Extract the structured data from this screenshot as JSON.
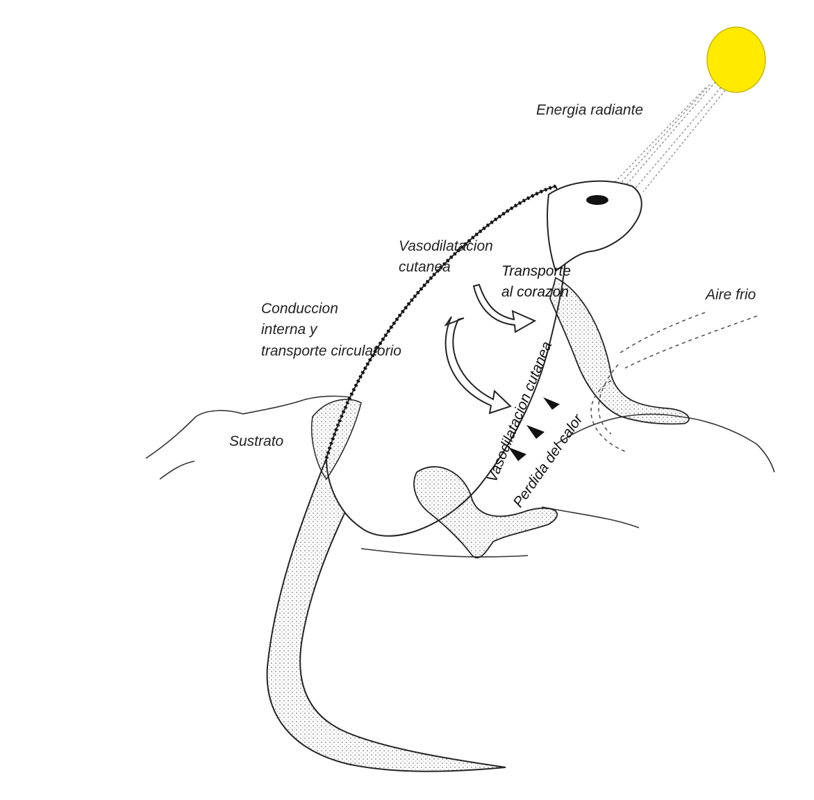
{
  "colors": {
    "sun": "#FFEA00",
    "ink": "#1a1a1a",
    "label": "#222222",
    "background": "#ffffff"
  },
  "labels": {
    "energia_radiante": "Energia radiante",
    "vasodilatacion_top": [
      "Vasodilatacion",
      "cutanea"
    ],
    "transporte": [
      "Transporte",
      "al corazon"
    ],
    "aire_frio": "Aire frio",
    "conduccion": [
      "Conduccion",
      "interna y",
      "transporte circulatorio"
    ],
    "sustrato": "Sustrato",
    "vasodilatacion_belly": "Vasodilatacion cutanea",
    "perdida": "Perdida del calor"
  }
}
